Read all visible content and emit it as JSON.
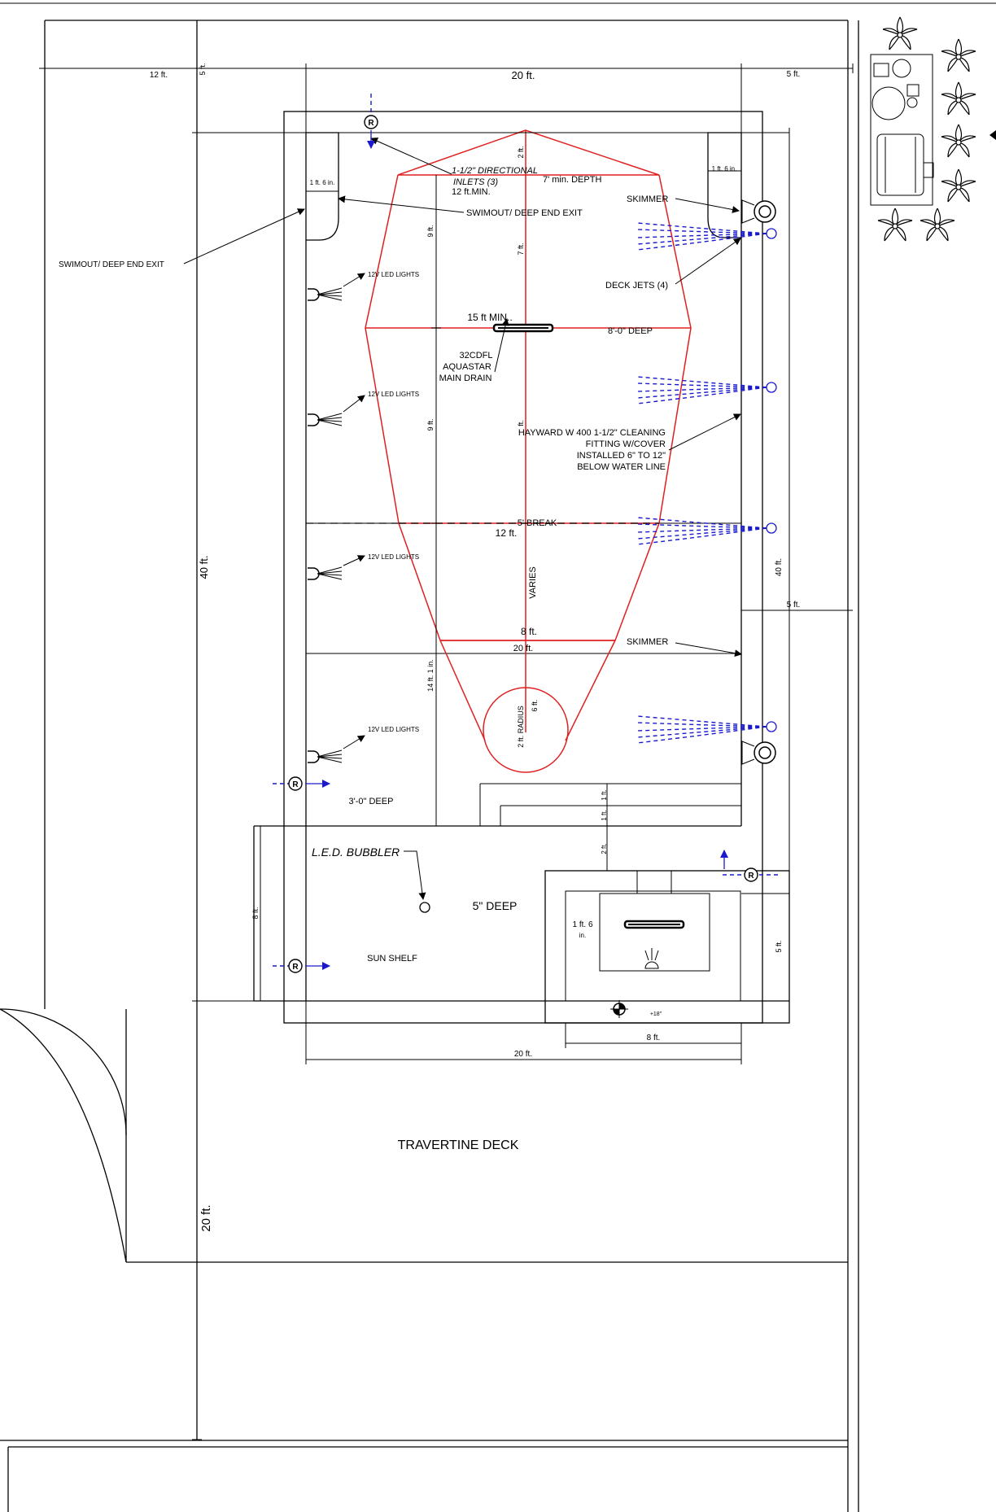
{
  "dimensions": {
    "left_setback": "12 ft.",
    "top_setback_left": "5 ft.",
    "pool_width_top": "20 ft.",
    "right_setback_top": "5 ft.",
    "overall_length": "40 ft.",
    "deck_depth": "20 ft.",
    "right_length": "40 ft.",
    "right_setback_mid": "5 ft.",
    "spa_side": "5 ft.",
    "swimout_width_left": "1 ft. 6 in.",
    "swimout_width_right": "1 ft. 6 in.",
    "dim_2ft_top": "2 ft.",
    "dim_9ft_a": "9 ft.",
    "dim_7ft": "7 ft.",
    "dim_9ft_b": "9 ft.",
    "dim_ft_center": "ft.",
    "dim_14ft": "14 ft. 1 in.",
    "dim_radius": "2 ft. RADIUS",
    "dim_6ft": "6 ft.",
    "dim_1ft_a": "1 ft.",
    "dim_1ft_b": "1 ft.",
    "dim_2ft_b": "2 ft.",
    "sun_shelf_depth": "8 ft.",
    "spa_width": "8 ft.",
    "pool_width_bottom": "20 ft.",
    "spa_step": "1 ft. 6",
    "spa_step_in": "in.",
    "wide_12": "12 ft.",
    "wide_15": "15 ft MIN..",
    "wide_8": "8 ft.",
    "wide_20": "20 ft.",
    "varies": "VARIES",
    "min_12": "12 ft.MIN."
  },
  "labels": {
    "directional_inlets_1": "1-1/2\" DIRECTIONAL",
    "directional_inlets_2": "INLETS (3)",
    "min_depth": "7' min. DEPTH",
    "skimmer_top": "SKIMMER",
    "skimmer_bottom": "SKIMMER",
    "swimout_inner": "SWIMOUT/ DEEP END EXIT",
    "swimout_outer": "SWIMOUT/ DEEP END EXIT",
    "led_lights_1": "12V LED LIGHTS",
    "led_lights_2": "12V LED LIGHTS",
    "led_lights_3": "12V LED LIGHTS",
    "led_lights_4": "12V LED LIGHTS",
    "deck_jets": "DECK JETS (4)",
    "deep_8": "8'-0\" DEEP",
    "main_drain_1": "32CDFL",
    "main_drain_2": "AQUASTAR",
    "main_drain_3": "MAIN DRAIN",
    "cleaning_1": "HAYWARD W 400 1-1/2\" CLEANING",
    "cleaning_2": "FITTING W/COVER",
    "cleaning_3": "INSTALLED 6\" TO 12\"",
    "cleaning_4": "BELOW WATER LINE",
    "break": "5' BREAK",
    "deep_3": "3'-0\" DEEP",
    "bubbler": "L.E.D. BUBBLER",
    "deep_5in": "5\" DEEP",
    "sun_shelf": "SUN SHELF",
    "plus18": "+18\"",
    "deck": "TRAVERTINE DECK",
    "return_marker": "R"
  },
  "colors": {
    "pool_outline": "#e02020",
    "plumbing": "#1a1acc",
    "linework": "#000000"
  }
}
